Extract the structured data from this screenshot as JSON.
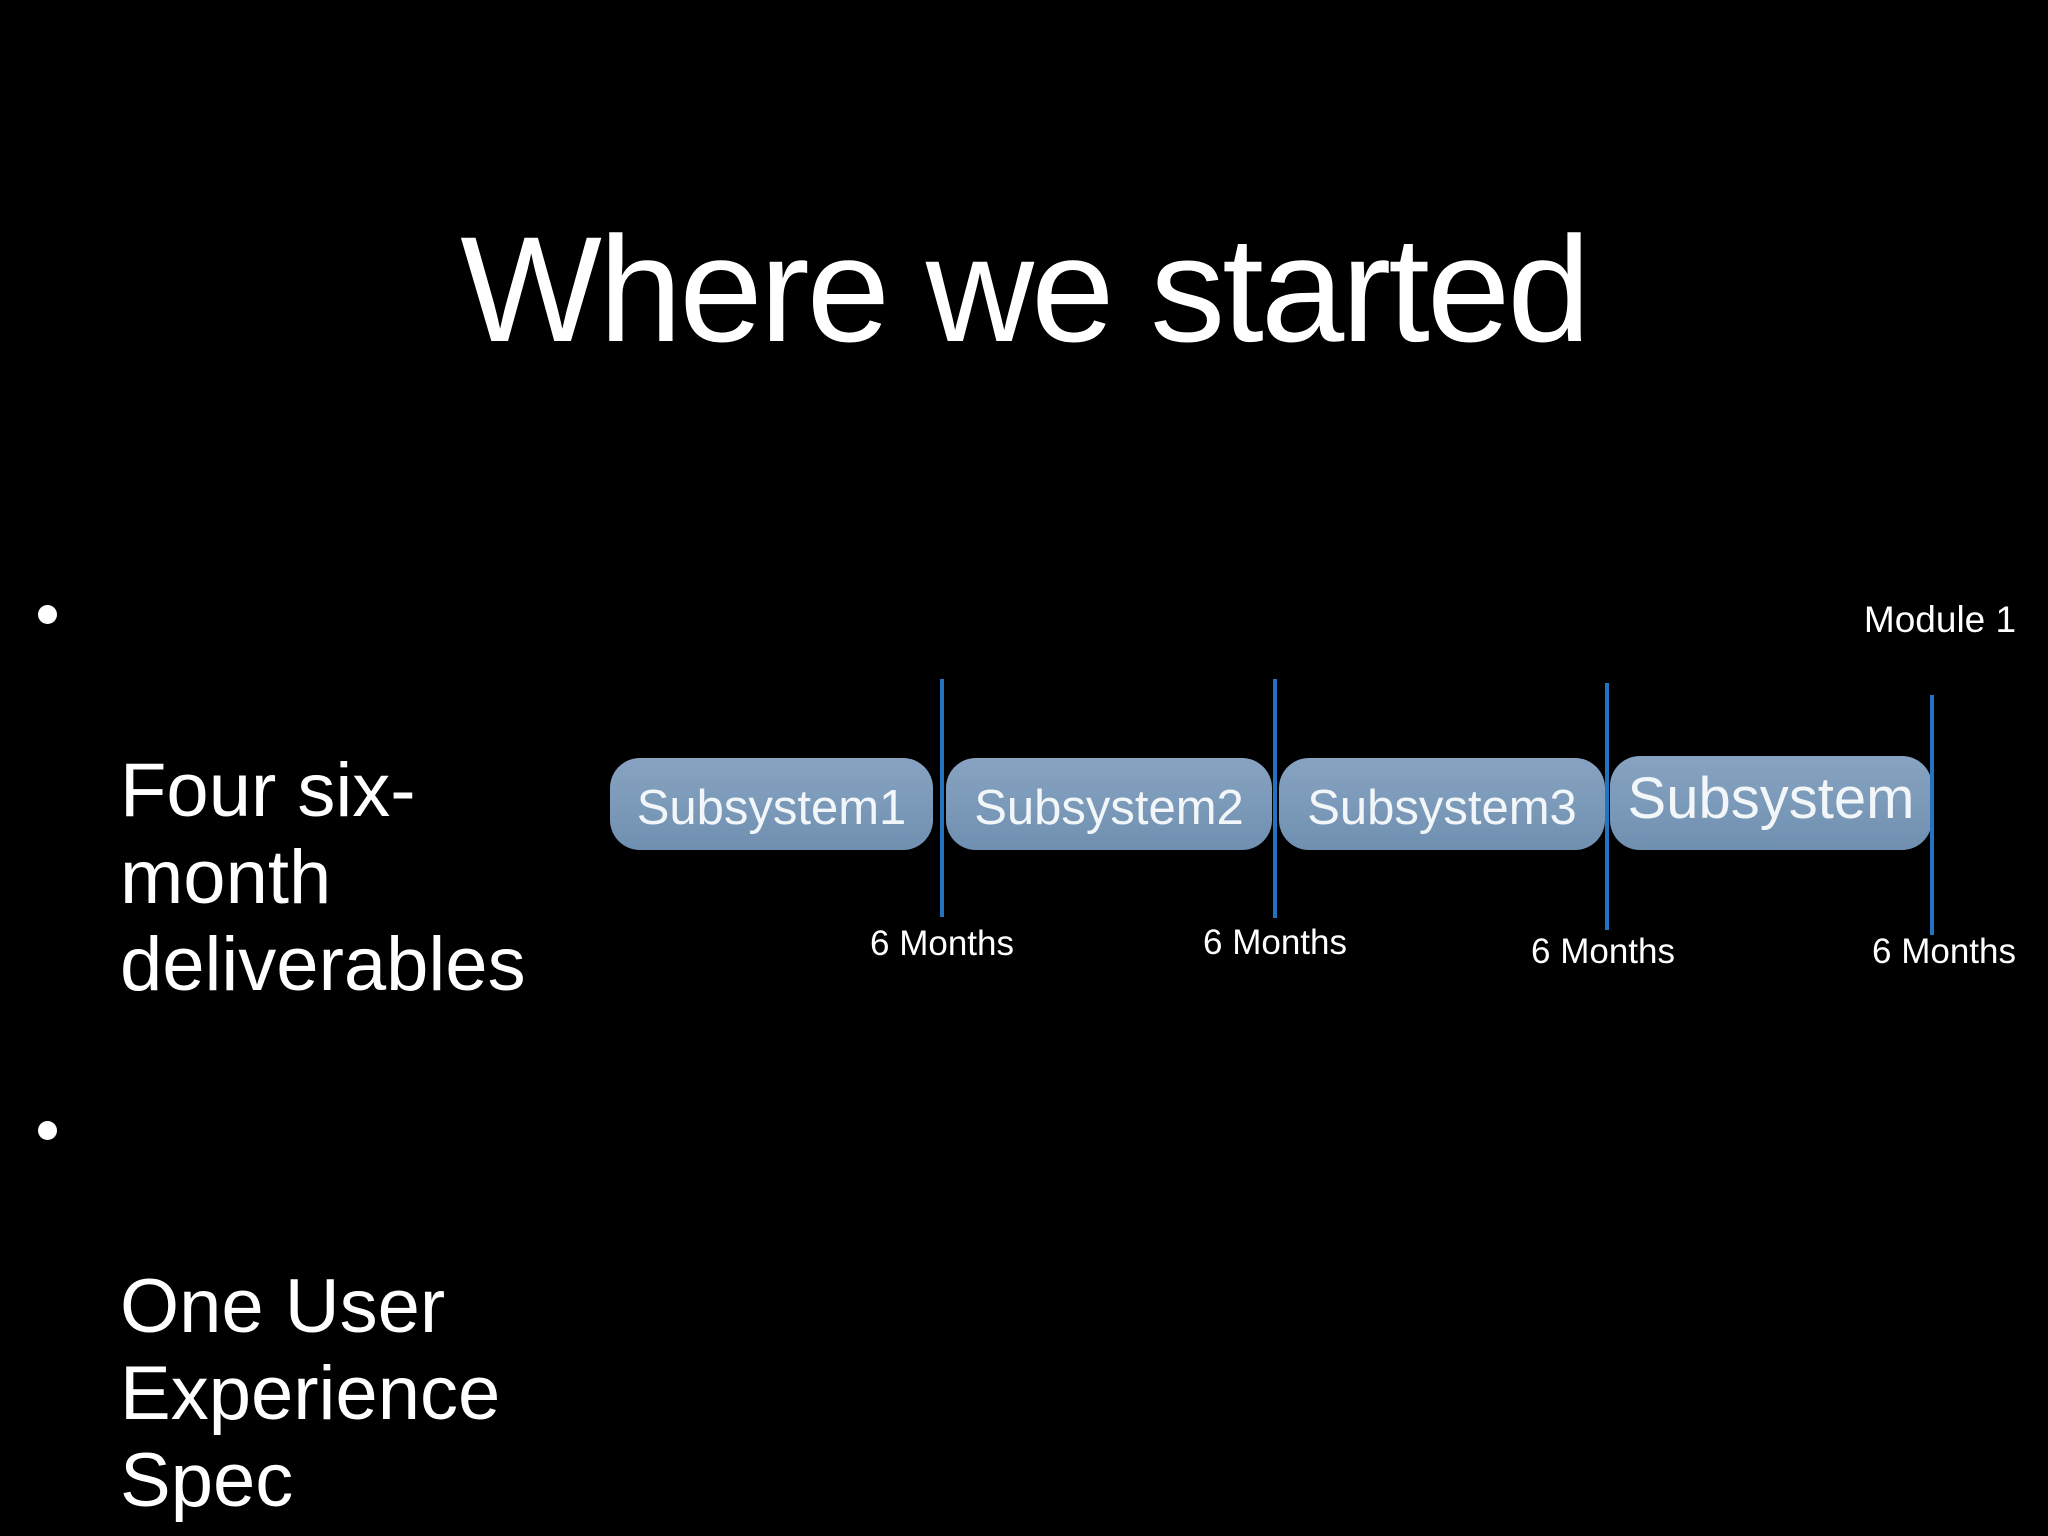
{
  "slide": {
    "title": "Where we started",
    "bullets": [
      {
        "text": "Four six-\nmonth\ndeliverables"
      },
      {
        "text": "One User\nExperience\nSpec"
      }
    ],
    "module_label": "Module 1",
    "timeline": {
      "boxes": [
        {
          "label": "Subsystem1"
        },
        {
          "label": "Subsystem2"
        },
        {
          "label": "Subsystem3"
        },
        {
          "label": "Subsystem"
        }
      ],
      "milestones": [
        {
          "label": "6 Months"
        },
        {
          "label": "6 Months"
        },
        {
          "label": "6 Months"
        },
        {
          "label": "6 Months"
        }
      ]
    },
    "colors": {
      "background": "#000000",
      "box_top": "#87a3c1",
      "box_bottom": "#7090b1",
      "divider": "#2273c0",
      "text": "#ffffff"
    }
  }
}
